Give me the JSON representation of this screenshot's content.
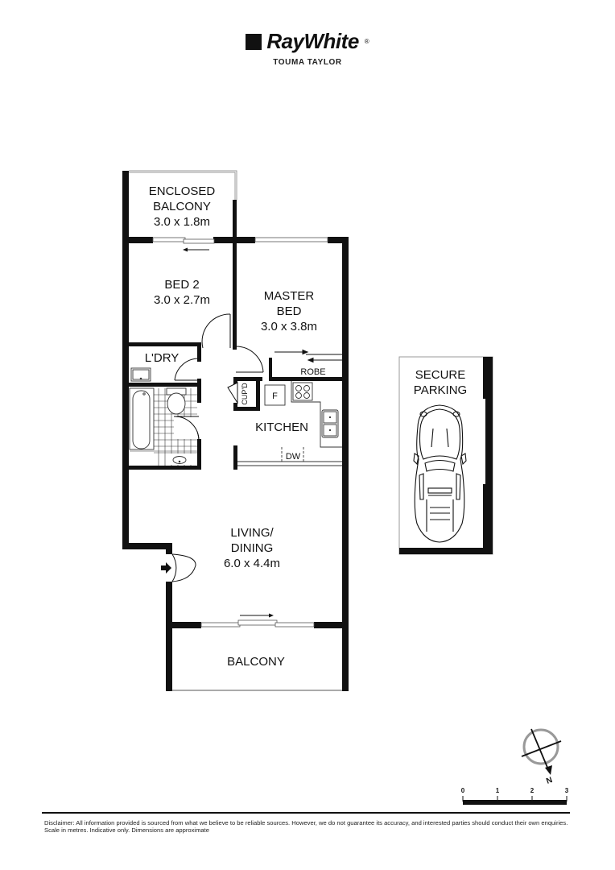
{
  "header": {
    "brand_name": "RayWhite",
    "brand_mark": "®",
    "office": "TOUMA TAYLOR"
  },
  "rooms": {
    "enclosed_balcony": {
      "name_line1": "ENCLOSED",
      "name_line2": "BALCONY",
      "dims": "3.0 x 1.8m"
    },
    "bed2": {
      "name": "BED 2",
      "dims": "3.0 x 2.7m"
    },
    "master_bed": {
      "name_line1": "MASTER",
      "name_line2": "BED",
      "dims": "3.0 x 3.8m"
    },
    "laundry": {
      "name": "L'DRY"
    },
    "robe": {
      "name": "ROBE"
    },
    "cupboard": {
      "name": "CUP'D"
    },
    "kitchen": {
      "name": "KITCHEN",
      "fridge": "F",
      "dishwasher": "DW"
    },
    "living_dining": {
      "name_line1": "LIVING/",
      "name_line2": "DINING",
      "dims": "6.0 x 4.4m"
    },
    "balcony": {
      "name": "BALCONY"
    },
    "parking": {
      "name_line1": "SECURE",
      "name_line2": "PARKING"
    }
  },
  "compass": {
    "north_label": "N"
  },
  "scale_bar": {
    "unit": "metres",
    "ticks": [
      "0",
      "1",
      "2",
      "3"
    ]
  },
  "footer": {
    "disclaimer_line1": "Disclaimer: All information provided is sourced from what we believe to be reliable sources. However, we do not guarantee  its   accuracy, and interested parties should conduct their own enquiries.",
    "disclaimer_line2": "Scale in metres. Indicative only. Dimensions are approximate"
  }
}
